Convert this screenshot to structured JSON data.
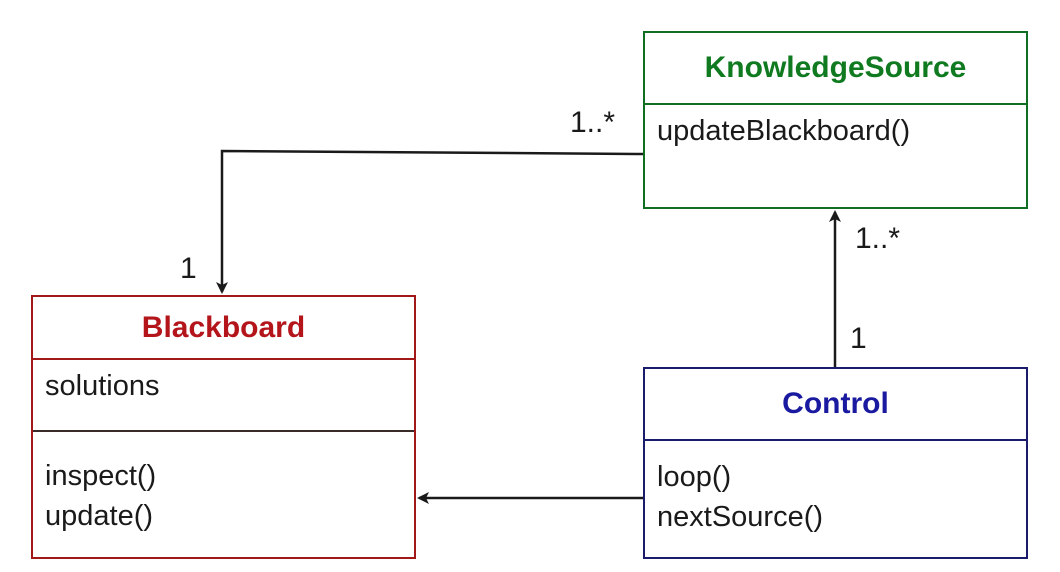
{
  "classes": {
    "knowledge_source": {
      "name": "KnowledgeSource",
      "methods": [
        "updateBlackboard()"
      ]
    },
    "blackboard": {
      "name": "Blackboard",
      "attributes": [
        "solutions"
      ],
      "methods": [
        "inspect()",
        "update()"
      ]
    },
    "control": {
      "name": "Control",
      "methods": [
        "loop()",
        "nextSource()"
      ]
    }
  },
  "associations": {
    "knowledge_source_to_blackboard": {
      "source_multiplicity": "1..*",
      "target_multiplicity": "1"
    },
    "control_to_knowledge_source": {
      "source_multiplicity": "1",
      "target_multiplicity": "1..*"
    }
  },
  "colors": {
    "knowledge_source": "#0f7a1f",
    "blackboard": "#b3151b",
    "control": "#1a1aa0",
    "line": "#1a1a1a"
  }
}
